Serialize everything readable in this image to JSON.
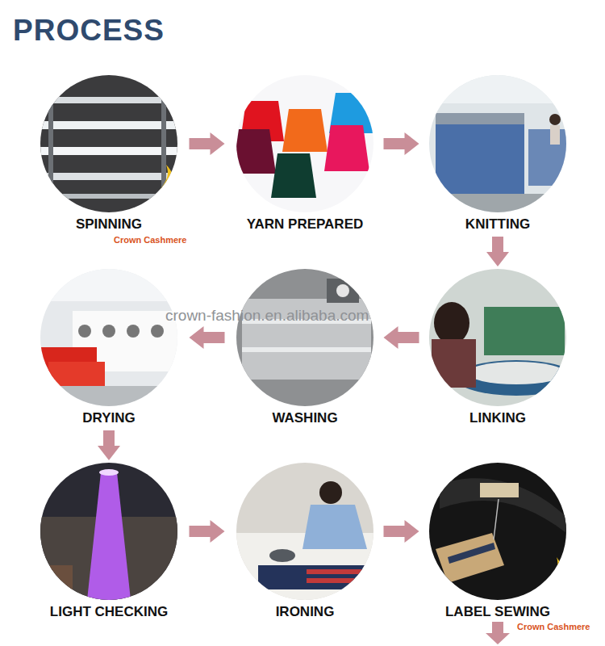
{
  "diagram": {
    "title": "PROCESS",
    "nodes": [
      {
        "text": [
          "SPINNING"
        ]
      },
      {
        "text": [
          "YARN PREPARED"
        ]
      },
      {
        "text": [
          "KNITTING"
        ]
      },
      {
        "text": [
          "LINKING"
        ]
      },
      {
        "text": [
          "WASHING"
        ]
      },
      {
        "text": [
          "DRYING"
        ]
      },
      {
        "text": [
          "LIGHT CHECKING"
        ]
      },
      {
        "text": [
          "IRONING"
        ]
      },
      {
        "text": [
          "LABEL SEWING"
        ]
      }
    ],
    "edges": [
      {
        "from": 0,
        "to": 1,
        "arrow": "to"
      },
      {
        "from": 1,
        "to": 2,
        "arrow": "to"
      },
      {
        "from": 2,
        "to": 3,
        "arrow": "to"
      },
      {
        "from": 3,
        "to": 4,
        "arrow": "to"
      },
      {
        "from": 4,
        "to": 5,
        "arrow": "to"
      },
      {
        "from": 5,
        "to": 6,
        "arrow": "to"
      },
      {
        "from": 6,
        "to": 7,
        "arrow": "to"
      },
      {
        "from": 7,
        "to": 8,
        "arrow": "to"
      }
    ],
    "labels": [
      "Crown Cashmere",
      "crown-fashion.en.alibaba.com",
      "Crown Cashmere"
    ]
  }
}
